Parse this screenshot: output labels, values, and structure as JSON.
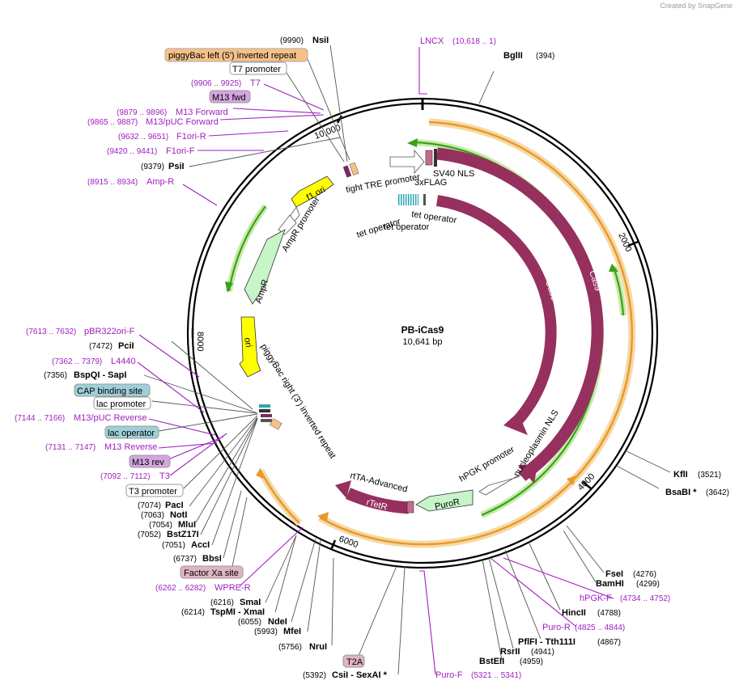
{
  "credit": "Created by  SnapGene",
  "map": {
    "name": "PB-iCas9",
    "length": "10,641 bp"
  },
  "ring_ticks": [
    "2000",
    "4000",
    "6000",
    "8000",
    "10,000"
  ],
  "colors": {
    "cas9": "#96305e",
    "green": "#3aa11a",
    "orange": "#e89a2c",
    "primer": "#a020c0",
    "puro": "#c8f5c8",
    "yellow": "#ffff00"
  },
  "sites": [
    {
      "name": "NsiI",
      "pos": "(9990)"
    },
    {
      "name": "BglII",
      "pos": "(394)"
    },
    {
      "name": "PsiI",
      "pos": "(9379)"
    },
    {
      "name": "PciI",
      "pos": "(7472)"
    },
    {
      "name": "BspQI  - SapI",
      "pos": "(7356)"
    },
    {
      "name": "PacI",
      "pos": "(7074)"
    },
    {
      "name": "NotI",
      "pos": "(7063)"
    },
    {
      "name": "MluI",
      "pos": "(7054)"
    },
    {
      "name": "BstZ17I",
      "pos": "(7052)"
    },
    {
      "name": "AccI",
      "pos": "(7051)"
    },
    {
      "name": "BbsI",
      "pos": "(6737)"
    },
    {
      "name": "SmaI",
      "pos": "(6216)"
    },
    {
      "name": "TspMI  - XmaI",
      "pos": "(6214)"
    },
    {
      "name": "NdeI",
      "pos": "(6055)"
    },
    {
      "name": "MfeI",
      "pos": "(5993)"
    },
    {
      "name": "NruI",
      "pos": "(5756)"
    },
    {
      "name": "CsiI  - SexAI *",
      "pos": "(5392)"
    },
    {
      "name": "KflI",
      "pos": "(3521)"
    },
    {
      "name": "BsaBI *",
      "pos": "(3642)"
    },
    {
      "name": "FseI",
      "pos": "(4276)"
    },
    {
      "name": "BamHI",
      "pos": "(4299)"
    },
    {
      "name": "HincII",
      "pos": "(4788)"
    },
    {
      "name": "PflFI  - Tth111I",
      "pos": "(4867)"
    },
    {
      "name": "RsrII",
      "pos": "(4941)"
    },
    {
      "name": "BstEII",
      "pos": "(4959)"
    }
  ],
  "primers": [
    {
      "name": "LNCX",
      "pos": "(10,618 .. 1)"
    },
    {
      "name": "T7",
      "pos": "(9906 .. 9925)"
    },
    {
      "name": "M13 Forward",
      "pos": "(9879 .. 9896)"
    },
    {
      "name": "M13/pUC Forward",
      "pos": "(9865 .. 9887)"
    },
    {
      "name": "F1ori-R",
      "pos": "(9632 .. 9651)"
    },
    {
      "name": "F1ori-F",
      "pos": "(9420 .. 9441)"
    },
    {
      "name": "Amp-R",
      "pos": "(8915 .. 8934)"
    },
    {
      "name": "pBR322ori-F",
      "pos": "(7613 .. 7632)"
    },
    {
      "name": "L4440",
      "pos": "(7362 .. 7379)"
    },
    {
      "name": "M13/pUC Reverse",
      "pos": "(7144 .. 7166)"
    },
    {
      "name": "M13 Reverse",
      "pos": "(7131 .. 7147)"
    },
    {
      "name": "T3",
      "pos": "(7092 .. 7112)"
    },
    {
      "name": "WPRE-R",
      "pos": "(6262 .. 6282)"
    },
    {
      "name": "hPGK-F",
      "pos": "(4734 .. 4752)"
    },
    {
      "name": "Puro-R",
      "pos": "(4825 .. 4844)"
    },
    {
      "name": "Puro-F",
      "pos": "(5321 .. 5341)"
    }
  ],
  "boxed": [
    "piggyBac left (5') inverted repeat",
    "T7 promoter",
    "M13 fwd",
    "CAP binding site",
    "lac promoter",
    "lac operator",
    "M13 rev",
    "T3 promoter",
    "Factor Xa site",
    "T2A"
  ],
  "features": {
    "tight_tre": "tight TRE promoter",
    "sv40": "SV40 NLS",
    "flag": "3xFLAG",
    "tet1": "tet operator",
    "tet2": "tet operator",
    "tet3": "tet operator",
    "f1ori": "f1 ori",
    "ampr_prom": "AmpR promoter",
    "ampr": "AmpR",
    "ori": "ori",
    "pb_right": "piggyBac right (3') inverted repeat",
    "cas9_outer": "Cas9",
    "cas9_inner": "Cas9",
    "nucleoplasmin": "nucleoplasmin NLS",
    "hpgk": "hPGK promoter",
    "puror": "PuroR",
    "rtta": "rtTA-Advanced",
    "rtetr": "rTetR"
  }
}
